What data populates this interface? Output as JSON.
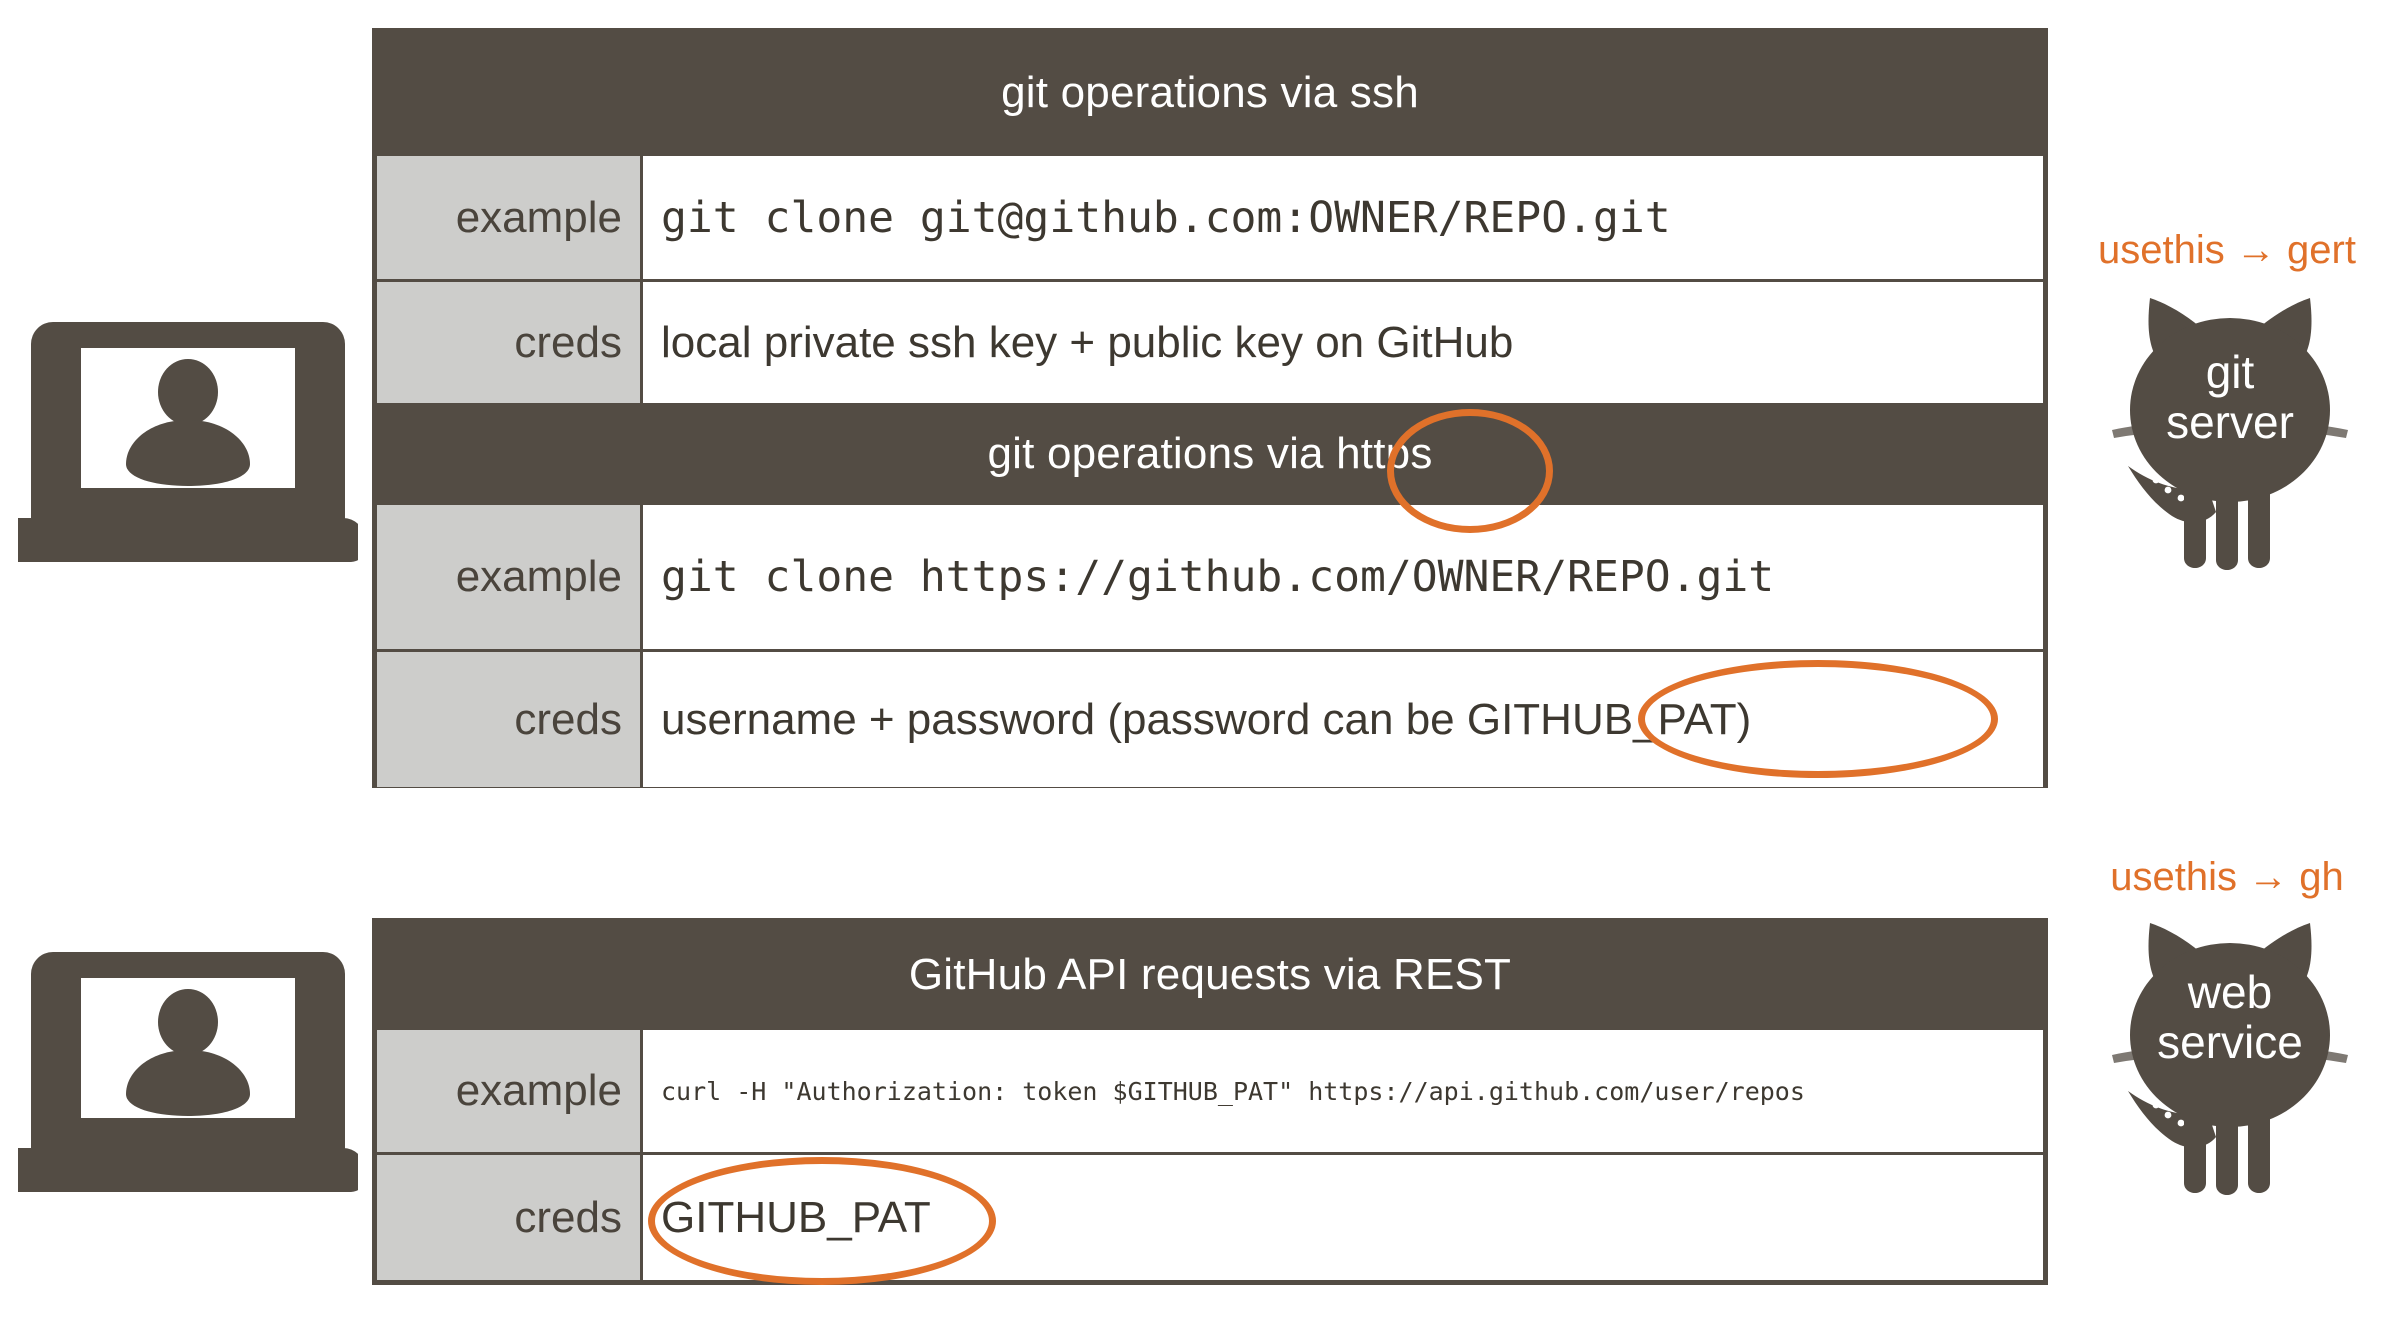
{
  "diagram": {
    "title": "git and GitHub credentials overview",
    "colors": {
      "dark": "#534c44",
      "label_gray": "#cdcdcb",
      "orange": "#e0712a",
      "white": "#ffffff"
    }
  },
  "actors": {
    "client_top": {
      "icon": "laptop-user-icon",
      "alt": "local computer with user"
    },
    "client_bottom": {
      "icon": "laptop-user-icon",
      "alt": "local computer with user"
    },
    "server_top": {
      "icon": "octocat-icon",
      "line1": "git",
      "line2": "server",
      "usethis_label": "usethis → gert"
    },
    "server_bottom": {
      "icon": "octocat-icon",
      "line1": "web",
      "line2": "service",
      "usethis_label": "usethis → gh"
    }
  },
  "tables": [
    {
      "id": "git-ops",
      "sections": [
        {
          "header": "git operations via ssh",
          "header_highlight": null,
          "rows": [
            {
              "label": "example",
              "value": "git clone git@github.com:OWNER/REPO.git",
              "style": "mono"
            },
            {
              "label": "creds",
              "value": "local private ssh key + public key on GitHub",
              "style": "sans"
            }
          ]
        },
        {
          "header": "git operations via https",
          "header_highlight": "https",
          "rows": [
            {
              "label": "example",
              "value": "git clone https://github.com/OWNER/REPO.git",
              "style": "mono"
            },
            {
              "label": "creds",
              "value": "username + password (password can be GITHUB_PAT)",
              "style": "sans",
              "highlight": "GITHUB_PAT)"
            }
          ]
        }
      ]
    },
    {
      "id": "github-api",
      "sections": [
        {
          "header": "GitHub API requests via REST",
          "header_highlight": null,
          "rows": [
            {
              "label": "example",
              "value": "curl -H \"Authorization: token $GITHUB_PAT\" https://api.github.com/user/repos",
              "style": "mono-small"
            },
            {
              "label": "creds",
              "value": "GITHUB_PAT",
              "style": "sans",
              "highlight": "GITHUB_PAT"
            }
          ]
        }
      ]
    }
  ]
}
